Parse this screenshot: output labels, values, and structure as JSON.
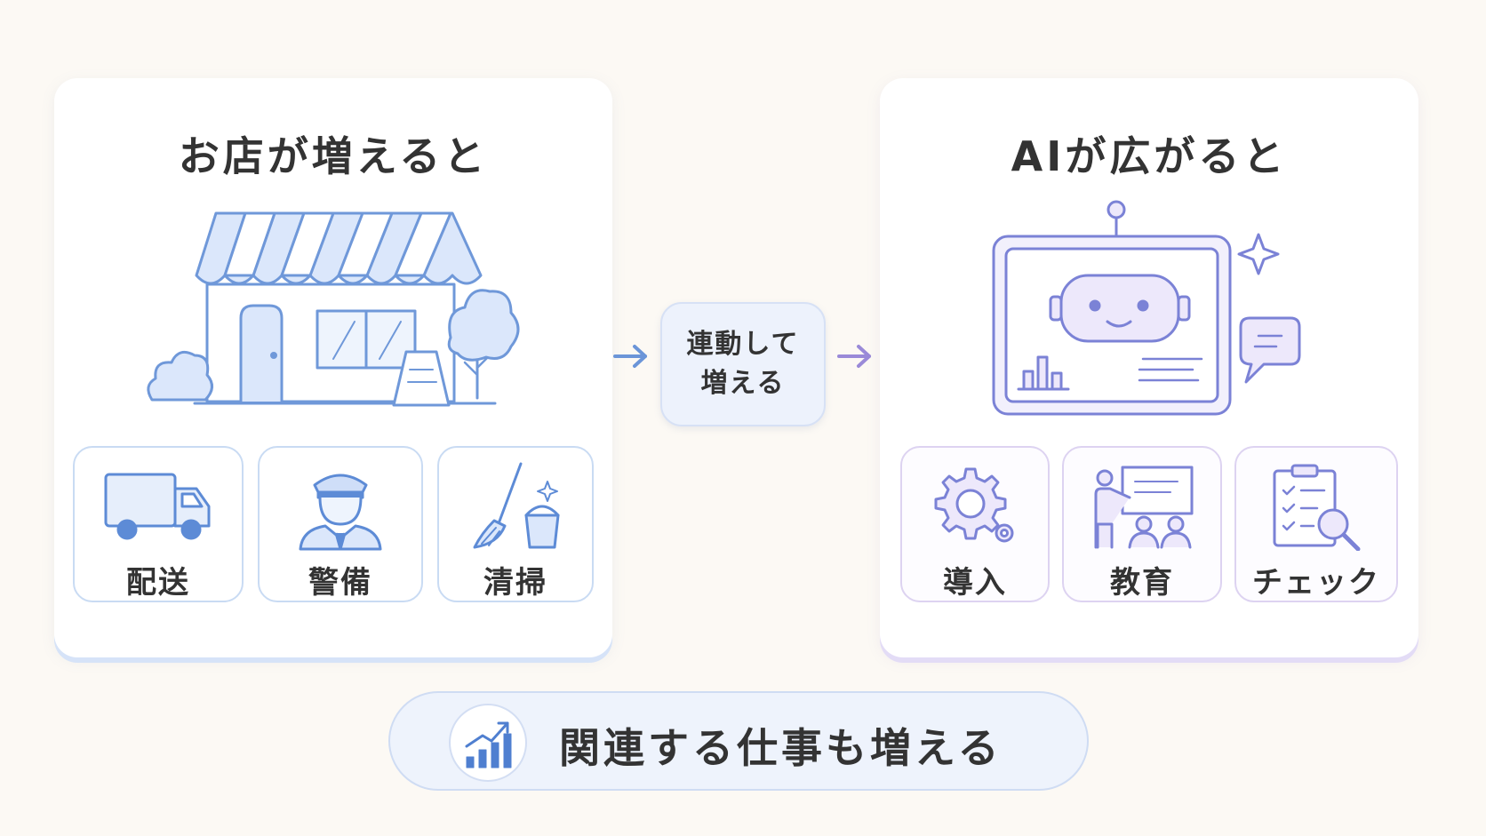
{
  "left_panel": {
    "title": "お店が増えると",
    "hero_icon": "storefront-icon",
    "cards": [
      {
        "label": "配送",
        "icon": "delivery-truck-icon"
      },
      {
        "label": "警備",
        "icon": "security-guard-icon"
      },
      {
        "label": "清掃",
        "icon": "broom-bucket-icon"
      }
    ]
  },
  "right_panel": {
    "title": "AIが広がると",
    "hero_icon": "ai-robot-screen-icon",
    "cards": [
      {
        "label": "導入",
        "icon": "gear-icon"
      },
      {
        "label": "教育",
        "icon": "teacher-whiteboard-icon"
      },
      {
        "label": "チェック",
        "icon": "clipboard-magnifier-icon"
      }
    ]
  },
  "center": {
    "line1": "連動して",
    "line2": "増える"
  },
  "bottom": {
    "text": "関連する仕事も増える",
    "icon": "rising-bar-chart-icon"
  },
  "colors": {
    "background": "#fcf9f4",
    "blue_accent": "#6b95d8",
    "purple_accent": "#8a84d6",
    "text": "#333333"
  }
}
